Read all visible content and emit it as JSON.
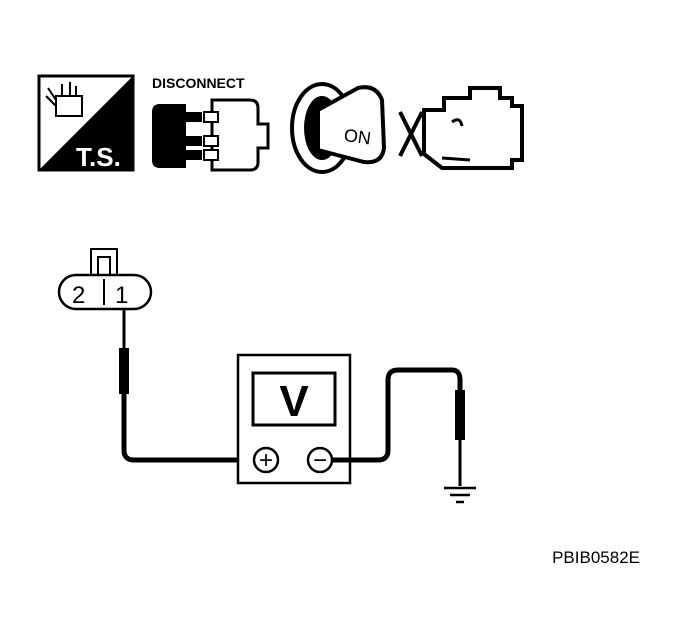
{
  "icons": {
    "ts_label": "T.S.",
    "disconnect_label": "DISCONNECT",
    "ignition_label": "ON"
  },
  "connector": {
    "terminal_left": "2",
    "terminal_right": "1"
  },
  "meter": {
    "symbol": "V",
    "positive_symbol": "+",
    "negative_symbol": "−"
  },
  "figure_code": "PBIB0582E",
  "colors": {
    "ink": "#000000",
    "paper": "#ffffff"
  }
}
